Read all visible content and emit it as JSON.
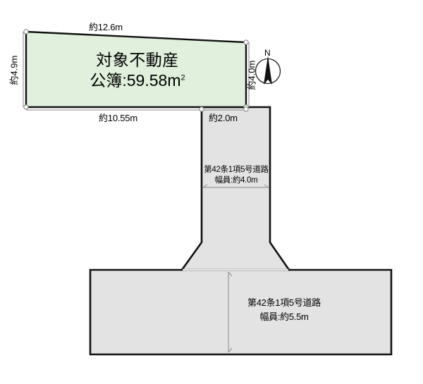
{
  "diagram": {
    "kind": "land-plot-survey-map",
    "colors": {
      "plot_fill": "#e0f0dc",
      "road_fill": "#e3e3e3",
      "outline": "#111111",
      "dimension_line": "#8a8a8a",
      "background": "#ffffff"
    },
    "subject_plot": {
      "title": "対象不動産",
      "area_prefix": "公簿:",
      "area_value": "59.58",
      "area_unit": "m",
      "area_unit_sup": "2",
      "area_full": "公簿:59.58㎡",
      "dimensions": {
        "top": "約12.6m",
        "left": "約4.9m",
        "right": "約4.0m",
        "bottom": "約10.55m"
      }
    },
    "roads": [
      {
        "id": "vertical-road",
        "name": "第42条1項5号道路",
        "width_label": "幅員:約4.0m",
        "frontage_dimension": "約2.0m"
      },
      {
        "id": "horizontal-road",
        "name": "第42条1項5号道路",
        "width_label": "幅員:約5.5m"
      }
    ],
    "compass": {
      "label": "N",
      "icon": "north-arrow-icon"
    }
  }
}
